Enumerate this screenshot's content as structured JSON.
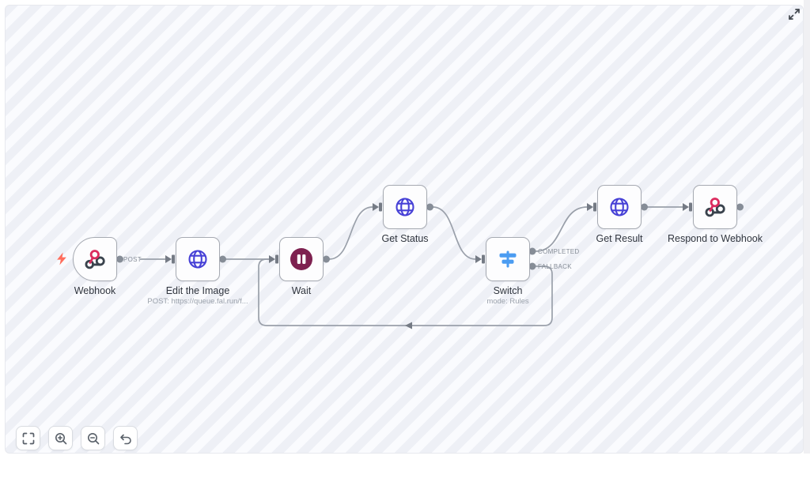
{
  "workflow": {
    "nodes": [
      {
        "label": "Webhook",
        "icon": "webhook",
        "type": "trigger"
      },
      {
        "label": "Edit the Image",
        "sublabel": "POST: https://queue.fal.run/f...",
        "icon": "globe"
      },
      {
        "label": "Wait",
        "icon": "pause"
      },
      {
        "label": "Get Status",
        "icon": "globe"
      },
      {
        "label": "Switch",
        "sublabel": "mode: Rules",
        "icon": "switch-signpost"
      },
      {
        "label": "Get Result",
        "icon": "globe"
      },
      {
        "label": "Respond to Webhook",
        "icon": "webhook"
      }
    ],
    "edge_labels": {
      "post": "POST",
      "completed": "COMPLETED",
      "fallback": "FALLBACK"
    }
  },
  "toolbar": {
    "buttons": [
      "fit-view",
      "zoom-in",
      "zoom-out",
      "undo"
    ]
  },
  "colors": {
    "canvas_stripe_dark": "#eef0f6",
    "canvas_stripe_light": "#fafbfe",
    "node_border": "#a6aab2",
    "connection_line": "#9aa0aa",
    "connector_arrow": "#757b85",
    "output_dot": "#868d97",
    "webhook_pink": "#dc2c5f",
    "webhook_dark": "#3a434d",
    "http_globe_blue": "#4741d6",
    "wait_maroon": "#7e2150",
    "switch_blue": "#4b9cf1",
    "trigger_bolt_orange": "#ff6d5c"
  }
}
